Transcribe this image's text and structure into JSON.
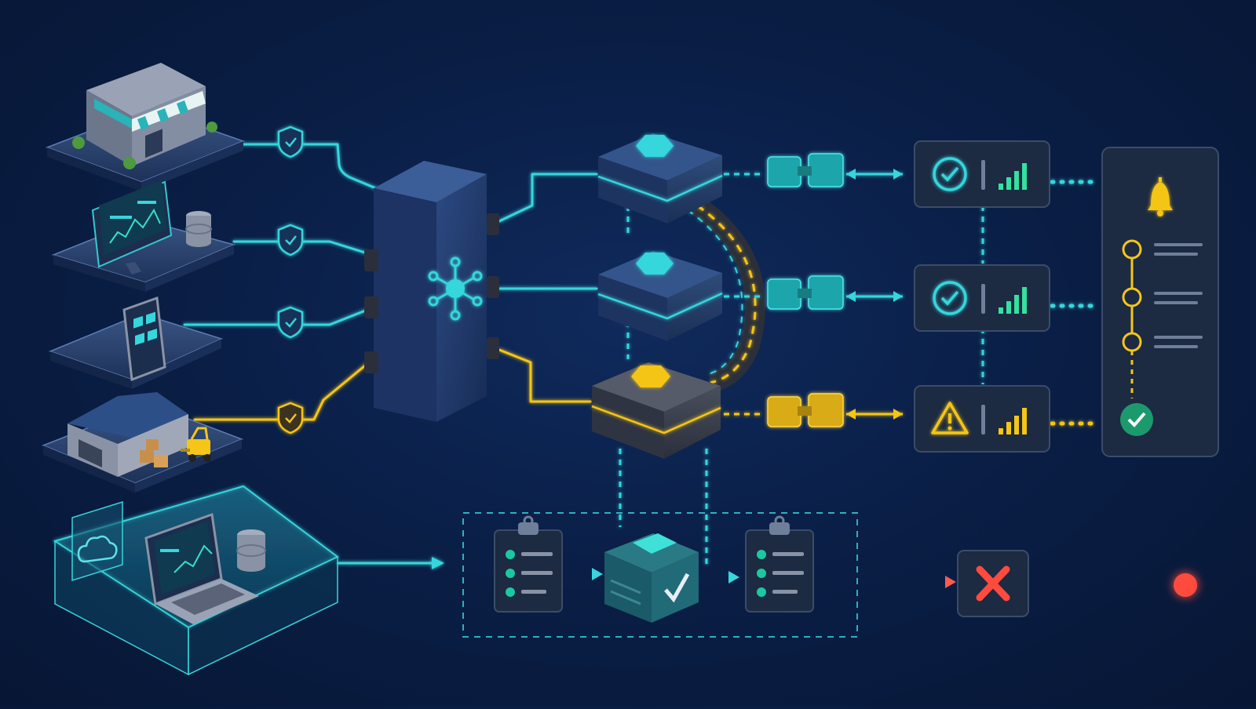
{
  "diagram": {
    "type": "integration-pipeline",
    "sources": [
      {
        "id": "retail-store",
        "icon": "storefront-icon",
        "status": "verified"
      },
      {
        "id": "analytics-desktop",
        "icon": "desktop-dashboard-icon",
        "status": "verified"
      },
      {
        "id": "mobile-app",
        "icon": "smartphone-icon",
        "status": "verified"
      },
      {
        "id": "warehouse",
        "icon": "warehouse-icon",
        "status": "warning"
      },
      {
        "id": "cloud-laptop",
        "icon": "cloud-laptop-icon",
        "status": "batch"
      }
    ],
    "hub": {
      "icon": "network-hub-icon"
    },
    "processors": [
      {
        "id": "processor-1",
        "status": "ok"
      },
      {
        "id": "processor-2",
        "status": "ok"
      },
      {
        "id": "processor-3",
        "status": "warning"
      }
    ],
    "monitors": [
      {
        "id": "monitor-1",
        "status": "ok",
        "signal_bars": 4
      },
      {
        "id": "monitor-2",
        "status": "ok",
        "signal_bars": 4
      },
      {
        "id": "monitor-3",
        "status": "warning",
        "signal_bars": 4
      }
    ],
    "alert_panel": {
      "icon": "bell-icon",
      "steps": 3,
      "final": "check-icon"
    },
    "batch_lane": {
      "steps": [
        "checklist-icon",
        "validation-box-icon",
        "checklist-icon"
      ],
      "result": "error-x-icon",
      "end": "endpoint-dot-icon"
    },
    "colors": {
      "ok": "#36e0e6",
      "warning": "#f5c518",
      "error": "#ff5a4f",
      "background": "#0a1f47",
      "node": "#223a63"
    }
  }
}
